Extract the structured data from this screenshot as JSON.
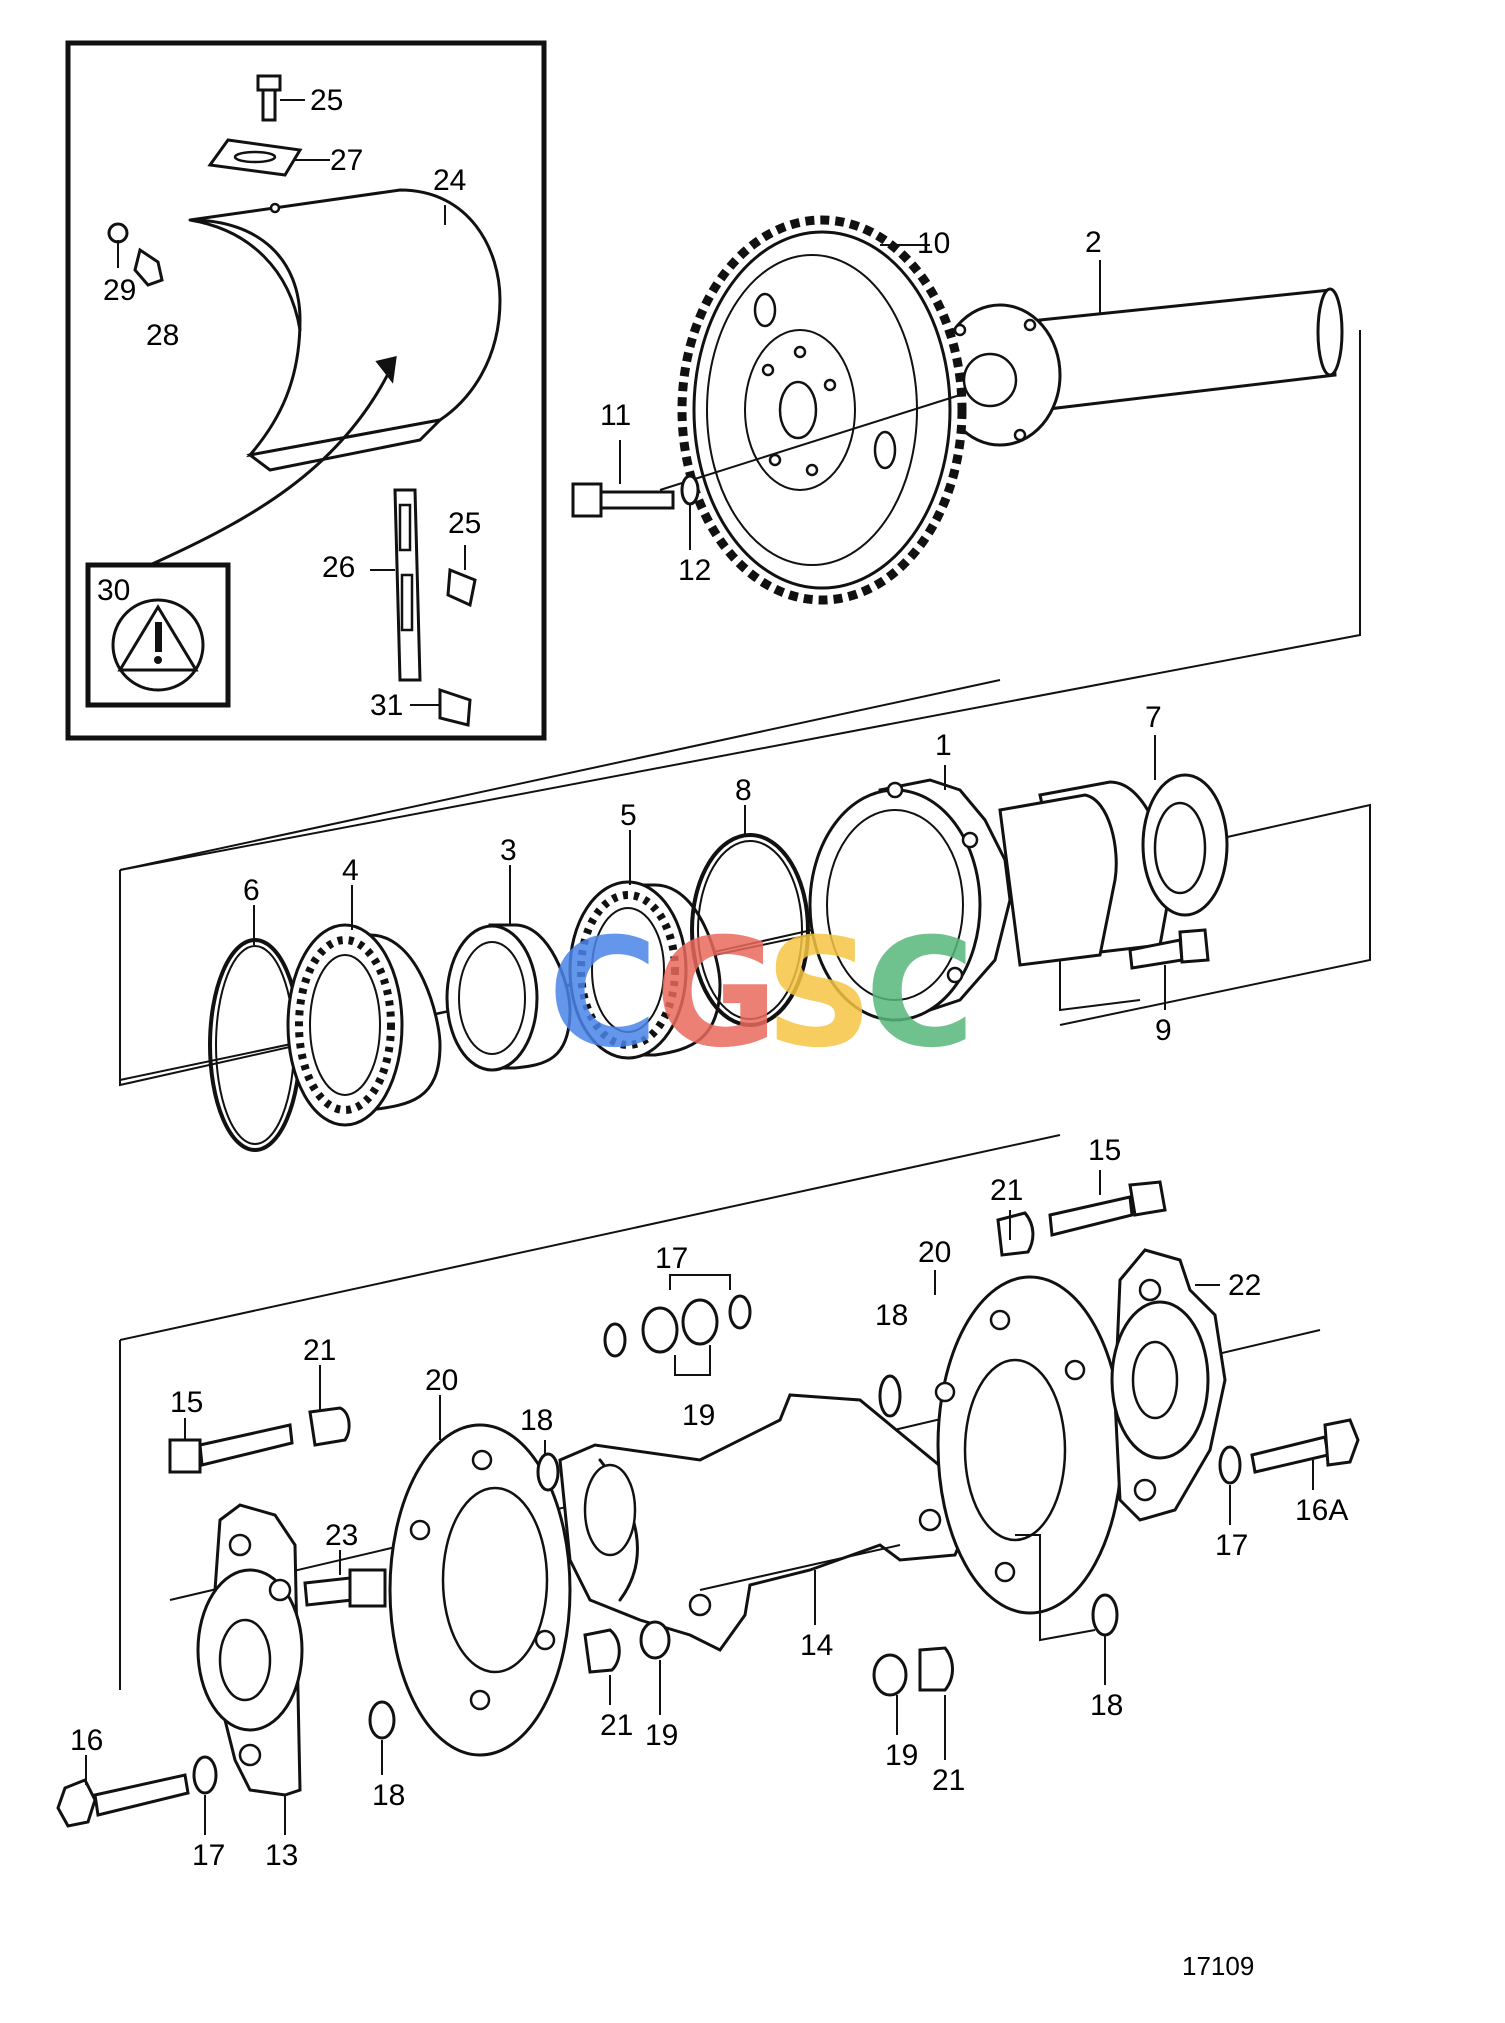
{
  "diagram": {
    "reference_number": "17109",
    "watermark": {
      "letters": [
        "C",
        "G",
        "S",
        "C"
      ],
      "colors": [
        "#4a86e8",
        "#ea6a5e",
        "#f5c542",
        "#57b77a"
      ]
    },
    "warning_icon": "warning-triangle-icon",
    "inset": {
      "callouts": {
        "c24": "24",
        "c25a": "25",
        "c25b": "25",
        "c26": "26",
        "c27": "27",
        "c28": "28",
        "c29": "29",
        "c30": "30",
        "c31": "31"
      }
    },
    "drive": {
      "callouts": {
        "c2": "2",
        "c10": "10",
        "c11": "11",
        "c12": "12"
      }
    },
    "bearing": {
      "callouts": {
        "c1": "1",
        "c3": "3",
        "c4": "4",
        "c5": "5",
        "c6": "6",
        "c7": "7",
        "c8": "8",
        "c9": "9"
      }
    },
    "coupling": {
      "callouts": {
        "c13": "13",
        "c14": "14",
        "c15a": "15",
        "c15b": "15",
        "c16": "16",
        "c16a": "16A",
        "c17a": "17",
        "c17b": "17",
        "c17c": "17",
        "c18a": "18",
        "c18b": "18",
        "c18c": "18",
        "c18d": "18",
        "c19a": "19",
        "c19b": "19",
        "c19c": "19",
        "c20a": "20",
        "c20b": "20",
        "c21a": "21",
        "c21b": "21",
        "c21c": "21",
        "c21d": "21",
        "c22": "22",
        "c23": "23"
      }
    }
  }
}
